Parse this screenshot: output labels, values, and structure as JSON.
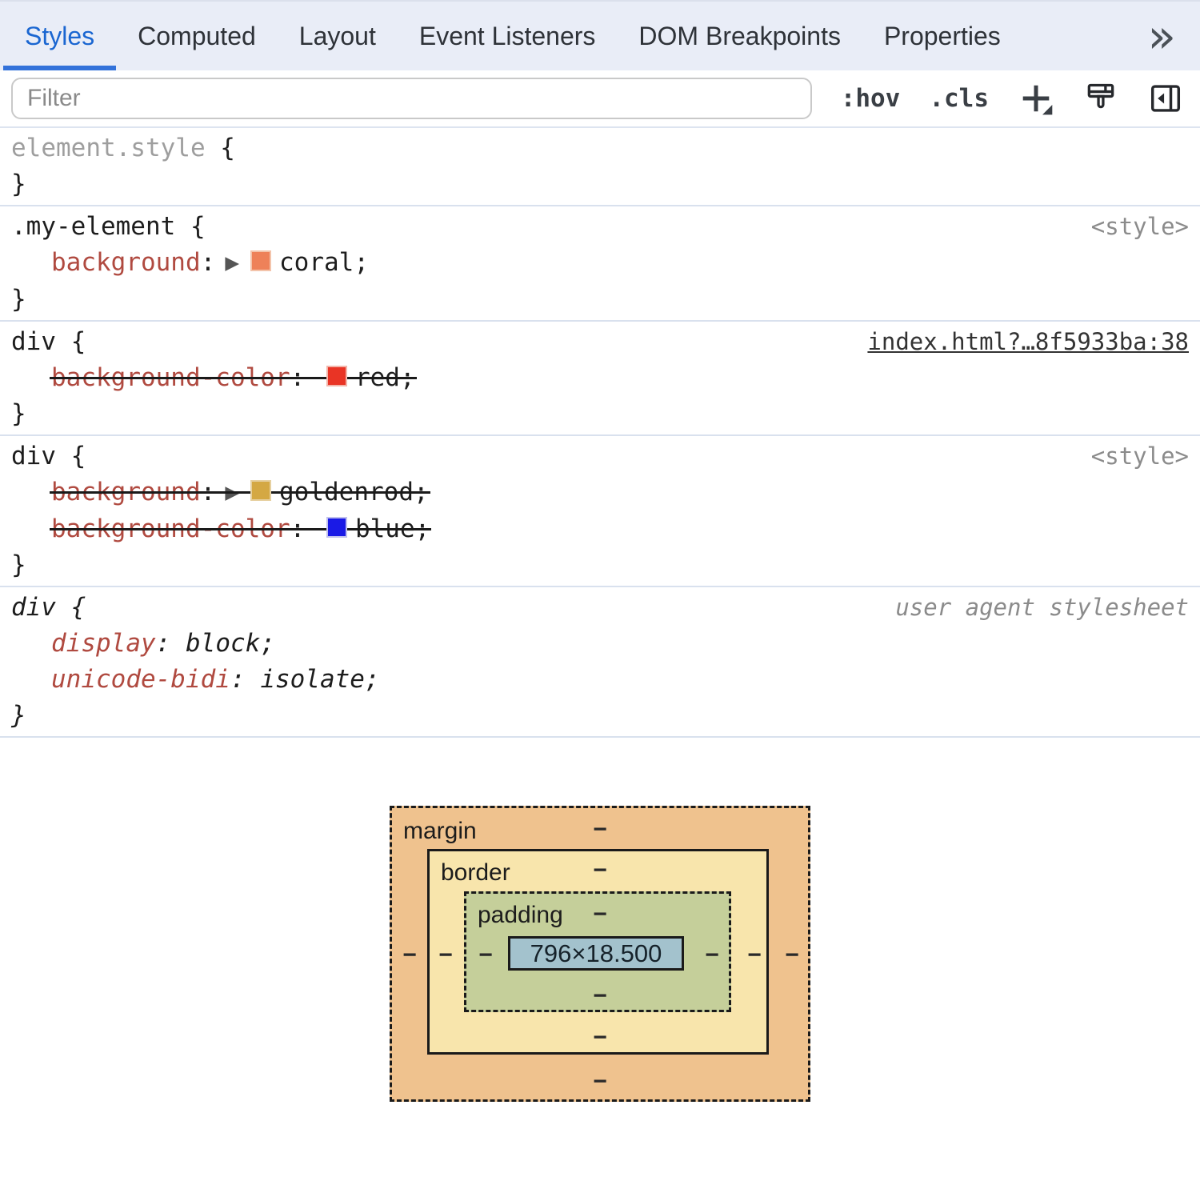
{
  "colors": {
    "accent_blue": "#1a66d1",
    "tab_underline": "#3372da",
    "tabbar_bg": "#e9edf7",
    "separator": "#d9e1ee",
    "property_red": "#b04a40",
    "muted_gray": "#8b8b8b"
  },
  "icons": {
    "more_tabs": "»",
    "arrow_expand": "▶",
    "plus": "new-style-rule-icon",
    "brush": "rendering-brush-icon",
    "panel": "toggle-sidebar-icon"
  },
  "tabs": [
    {
      "label": "Styles",
      "active": true
    },
    {
      "label": "Computed",
      "active": false
    },
    {
      "label": "Layout",
      "active": false
    },
    {
      "label": "Event Listeners",
      "active": false
    },
    {
      "label": "DOM Breakpoints",
      "active": false
    },
    {
      "label": "Properties",
      "active": false
    }
  ],
  "toolbar": {
    "filter_placeholder": "Filter",
    "hov_label": ":hov",
    "cls_label": ".cls"
  },
  "rules": [
    {
      "selector": "element.style",
      "selector_muted": true,
      "origin": "",
      "origin_type": "",
      "italic": false,
      "declarations": []
    },
    {
      "selector": ".my-element",
      "selector_muted": false,
      "origin": "<style>",
      "origin_type": "inline-style",
      "italic": false,
      "declarations": [
        {
          "property": "background",
          "value": "coral",
          "swatch": "#ee8159",
          "swatch_border": "#f3c4ab",
          "arrow": true,
          "struck": false
        }
      ]
    },
    {
      "selector": "div",
      "selector_muted": false,
      "origin": "index.html?…8f5933ba:38",
      "origin_type": "link",
      "italic": false,
      "declarations": [
        {
          "property": "background-color",
          "value": "red",
          "swatch": "#e93425",
          "swatch_border": "#f2b5aa",
          "arrow": false,
          "struck": true
        }
      ]
    },
    {
      "selector": "div",
      "selector_muted": false,
      "origin": "<style>",
      "origin_type": "inline-style",
      "italic": false,
      "declarations": [
        {
          "property": "background",
          "value": "goldenrod",
          "swatch": "#d4a843",
          "swatch_border": "#e6d0a0",
          "arrow": true,
          "struck": true
        },
        {
          "property": "background-color",
          "value": "blue",
          "swatch": "#1a1ae6",
          "swatch_border": "#c0c0ee",
          "arrow": false,
          "struck": true
        }
      ]
    },
    {
      "selector": "div",
      "selector_muted": false,
      "origin": "user agent stylesheet",
      "origin_type": "user-agent",
      "italic": true,
      "declarations": [
        {
          "property": "display",
          "value": "block",
          "swatch": "",
          "swatch_border": "",
          "arrow": false,
          "struck": false
        },
        {
          "property": "unicode-bidi",
          "value": "isolate",
          "swatch": "",
          "swatch_border": "",
          "arrow": false,
          "struck": false
        }
      ]
    }
  ],
  "box_model": {
    "margin_label": "margin",
    "border_label": "border",
    "padding_label": "padding",
    "content_size": "796×18.500",
    "dash": "−",
    "colors": {
      "margin": "#efc28e",
      "border": "#f8e5ac",
      "padding": "#c5cf9a",
      "content": "#a3c2cd"
    }
  }
}
